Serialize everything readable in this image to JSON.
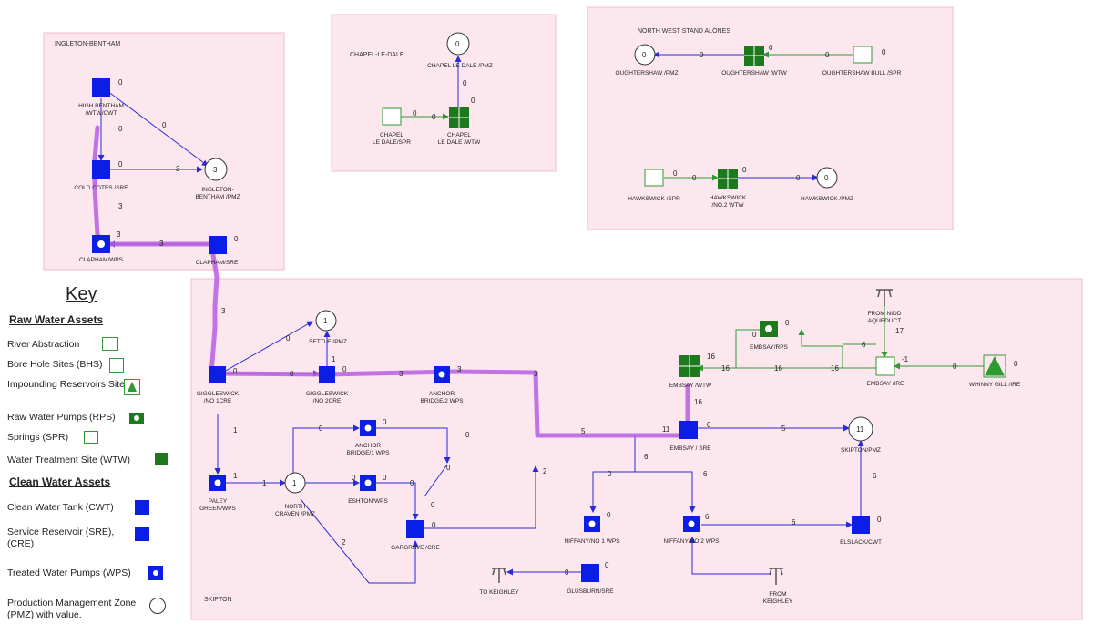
{
  "regions": {
    "ingleton": "INGLETON-BENTHAM",
    "chapel": "CHAPEL-LE-DALE",
    "northwest": "NORTH WEST STAND ALONES",
    "skipton": "SKIPTON"
  },
  "nodes": {
    "high_bentham": {
      "line1": "HIGH BENTHAM",
      "line2": "/WTW/CWT",
      "value": "0"
    },
    "cold_cotes": {
      "line1": "COLD COTES /SRE",
      "value": "0"
    },
    "ingleton_pmz": {
      "line1": "INGLETON-",
      "line2": "BENTHAM /PMZ",
      "value": "3"
    },
    "clapham_wps": {
      "line1": "CLAPHAM/WPS",
      "value": "3"
    },
    "clapham_sre": {
      "line1": "CLAPHAM/SRE",
      "value": "0"
    },
    "chapel_pmz": {
      "line1": "CHAPEL LE DALE /PMZ",
      "value": "0"
    },
    "chapel_spr": {
      "line1": "CHAPEL",
      "line2": "LE DALE/SPR",
      "value": "0"
    },
    "chapel_wtw": {
      "line1": "CHAPEL",
      "line2": "LE DALE /WTW",
      "value": "0"
    },
    "oughtershaw_pmz": {
      "line1": "OUGHTERSHAW /PMZ",
      "value": "0"
    },
    "oughtershaw_wtw": {
      "line1": "OUGHTERSHAW /WTW",
      "value": "0"
    },
    "oughtershaw_spr": {
      "line1": "OUGHTERSHAW BULL /SPR",
      "value": "0"
    },
    "hawkswick_spr": {
      "line1": "HAWKSWICK /SPR",
      "value": "0"
    },
    "hawkswick_wtw": {
      "line1": "HAWKSWICK",
      "line2": "/NO.2 WTW",
      "value": "0"
    },
    "hawkswick_pmz": {
      "line1": "HAWKSWICK /PMZ",
      "value": "0"
    },
    "settle_pmz": {
      "line1": "SETTLE /PMZ",
      "value": "1"
    },
    "giggleswick1": {
      "line1": "GIGGLESWICK",
      "line2": "/NO 1CRE",
      "value": "0"
    },
    "giggleswick2": {
      "line1": "GIGGLESWICK",
      "line2": "/NO 2CRE",
      "value": "0"
    },
    "anchor2": {
      "line1": "ANCHOR",
      "line2": "BRIDGE/2 WPS",
      "value": "3"
    },
    "embsay_wtw": {
      "line1": "EMBSAY /WTW",
      "value": "16"
    },
    "embsay_rps": {
      "line1": "EMBSAY/RPS",
      "value": "0"
    },
    "embsay_ire": {
      "line1": "EMBSAY /IRE",
      "value": "17"
    },
    "whinny": {
      "line1": "WHINNY GILL /IRE",
      "value": "0"
    },
    "from_nidd": {
      "line1": "FROM NIDD",
      "line2": "AQUEDUCT"
    },
    "embsay_sre": {
      "line1": "EMBSAY / SRE",
      "value": "0"
    },
    "skipton_pmz": {
      "line1": "SKIPTON/PMZ",
      "value": "11"
    },
    "anchor1": {
      "line1": "ANCHOR",
      "line2": "BRIDGE/1 WPS",
      "value": "0"
    },
    "eshton": {
      "line1": "ESHTON/WPS",
      "value": "0"
    },
    "paley": {
      "line1": "PALEY",
      "line2": "GREEN/WPS",
      "value": "1"
    },
    "north_craven": {
      "line1": "NORTH",
      "line2": "CRAVEN /PMZ",
      "value": "1"
    },
    "gargrave": {
      "line1": "GARGRAVE /CRE",
      "value": "0"
    },
    "niffany1": {
      "line1": "NIFFANY/NO 1 WPS",
      "value": "0"
    },
    "niffany2": {
      "line1": "NIFFANY/NO 2 WPS",
      "value": "6"
    },
    "elslack": {
      "line1": "ELSLACK/CWT",
      "value": "0"
    },
    "glusburn": {
      "line1": "GLUSBURN/SRE",
      "value": "0"
    },
    "to_keighley": {
      "line1": "TO KEIGHLEY"
    },
    "from_keighley": {
      "line1": "FROM",
      "line2": "KEIGHLEY"
    }
  },
  "flow_labels": {
    "hb_ip": "0",
    "hb_cc": "0",
    "cc_ip": "3",
    "cc_cw": "3",
    "cs_cw": "3",
    "cs_g1": "3",
    "g1_settle": "0",
    "g2_settle": "1",
    "g1_g2": "0",
    "g2_a2": "3",
    "a2_down": "3",
    "down_embsay": "5",
    "esre_e11": "11",
    "esre_spmz": "5",
    "esre_down": "16",
    "eire_ewtw": "16",
    "eire_mid": "16",
    "erps_a": "0",
    "erps_b": "6",
    "eire_m1": "-1",
    "eire_whinny": "0",
    "g1_paley": "1",
    "paley_nc": "1",
    "nc_eshton": "0",
    "nc_anchor1": "0",
    "a1_right": "0",
    "eshton_garg": "0",
    "garg_left": "0",
    "garg_right": "0",
    "gar_n1": "2",
    "nc_gar": "2",
    "esre_split": "6",
    "split_n1": "0",
    "split_n2": "6",
    "n2_elslack": "6",
    "elslack_spmz": "6",
    "glus_tk": "0",
    "owtw_opmz": "0",
    "ospr_owtw": "0",
    "hspr_hwtw": "0",
    "hwtw_hpmz": "0",
    "cspr_cwtw": "0",
    "cwtw_cpmz": "0"
  },
  "key": {
    "title": "Key",
    "raw_heading": "Raw Water Assets",
    "clean_heading": "Clean  Water Assets",
    "items": {
      "river": "River Abstraction",
      "bhs": "Bore Hole Sites (BHS)",
      "impounding": "Impounding Reservoirs Sites",
      "rps": "Raw Water Pumps (RPS)",
      "springs": "Springs (SPR)",
      "wtw": "Water Treatment Site (WTW)",
      "cwt": "Clean Water Tank (CWT)",
      "sre": "Service Reservoir (SRE),(CRE)",
      "wps": "Treated Water Pumps (WPS)",
      "pmz": "Production Management Zone (PMZ) with value."
    }
  },
  "colors": {
    "region_fill": "#fde7ef",
    "region_border": "#f2b9cc",
    "clean_blue": "#0a1ee6",
    "raw_green": "#1c7a1c",
    "highlight": "#b65ee0",
    "edge_blue": "#2b2bd6",
    "edge_green": "#2f9a2f"
  }
}
